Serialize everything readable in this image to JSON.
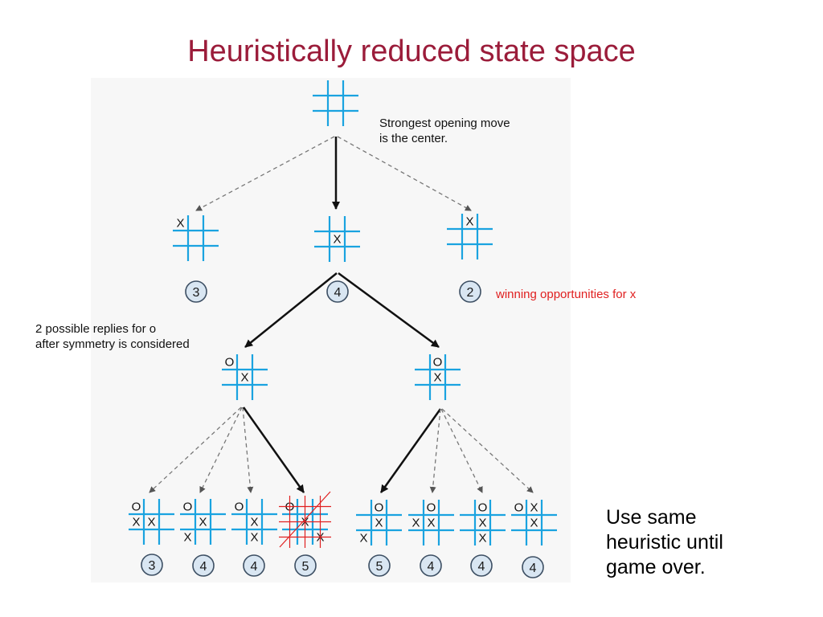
{
  "title": "Heuristically reduced state space",
  "annotations": {
    "opening": {
      "line1": "Strongest opening move",
      "line2": "is the center."
    },
    "winning": "winning opportunities for x",
    "replies": {
      "line1": "2 possible replies for o",
      "line2": "after symmetry is considered"
    },
    "heuristic": {
      "line1": "Use same",
      "line2": "heuristic until",
      "line3": "game over."
    }
  },
  "colors": {
    "title": "#9b1c3a",
    "grid": "#1aa3e0",
    "badge_fill": "#d9e6f2",
    "badge_stroke": "#3d4f63",
    "highlight": "#e02020",
    "arrow_bold": "#111111",
    "arrow_dashed": "#777777"
  },
  "nodes": [
    {
      "id": "root",
      "cells": [
        "",
        "",
        "",
        "",
        "",
        "",
        "",
        "",
        ""
      ]
    },
    {
      "id": "x-corner",
      "cells": [
        "X",
        "",
        "",
        "",
        "",
        "",
        "",
        "",
        ""
      ],
      "score": "3"
    },
    {
      "id": "x-center",
      "cells": [
        "",
        "",
        "",
        "",
        "X",
        "",
        "",
        "",
        ""
      ],
      "score": "4"
    },
    {
      "id": "x-edge",
      "cells": [
        "",
        "X",
        "",
        "",
        "",
        "",
        "",
        "",
        ""
      ],
      "score": "2"
    },
    {
      "id": "o-corner",
      "cells": [
        "O",
        "",
        "",
        "",
        "X",
        "",
        "",
        "",
        ""
      ]
    },
    {
      "id": "o-edge",
      "cells": [
        "",
        "O",
        "",
        "",
        "X",
        "",
        "",
        "",
        ""
      ]
    },
    {
      "id": "a1",
      "cells": [
        "O",
        "",
        "",
        "X",
        "X",
        "",
        "",
        "",
        ""
      ],
      "score": "3"
    },
    {
      "id": "a2",
      "cells": [
        "O",
        "",
        "",
        "",
        "X",
        "",
        "X",
        "",
        ""
      ],
      "score": "4"
    },
    {
      "id": "a3",
      "cells": [
        "O",
        "",
        "",
        "",
        "X",
        "",
        "",
        "X",
        ""
      ],
      "score": "4"
    },
    {
      "id": "a4",
      "cells": [
        "O",
        "",
        "",
        "",
        "X",
        "",
        "",
        "",
        "X"
      ],
      "score": "5",
      "highlighted": true
    },
    {
      "id": "b1",
      "cells": [
        "",
        "O",
        "",
        "",
        "X",
        "",
        "X",
        "",
        ""
      ],
      "score": "5"
    },
    {
      "id": "b2",
      "cells": [
        "",
        "O",
        "",
        "X",
        "X",
        "",
        "",
        "",
        ""
      ],
      "score": "4"
    },
    {
      "id": "b3",
      "cells": [
        "",
        "O",
        "",
        "",
        "X",
        "",
        "",
        "X",
        ""
      ],
      "score": "4"
    },
    {
      "id": "b4",
      "cells": [
        "O",
        "X",
        "",
        "",
        "X",
        "",
        "",
        "",
        ""
      ],
      "score": "4"
    }
  ],
  "edges": [
    {
      "from": "root",
      "to": "x-corner",
      "style": "dashed"
    },
    {
      "from": "root",
      "to": "x-center",
      "style": "bold"
    },
    {
      "from": "root",
      "to": "x-edge",
      "style": "dashed"
    },
    {
      "from": "x-center",
      "to": "o-corner",
      "style": "bold"
    },
    {
      "from": "x-center",
      "to": "o-edge",
      "style": "bold"
    },
    {
      "from": "o-corner",
      "to": "a1",
      "style": "dashed"
    },
    {
      "from": "o-corner",
      "to": "a2",
      "style": "dashed"
    },
    {
      "from": "o-corner",
      "to": "a3",
      "style": "dashed"
    },
    {
      "from": "o-corner",
      "to": "a4",
      "style": "bold"
    },
    {
      "from": "o-edge",
      "to": "b1",
      "style": "bold"
    },
    {
      "from": "o-edge",
      "to": "b2",
      "style": "dashed"
    },
    {
      "from": "o-edge",
      "to": "b3",
      "style": "dashed"
    },
    {
      "from": "o-edge",
      "to": "b4",
      "style": "dashed"
    }
  ]
}
